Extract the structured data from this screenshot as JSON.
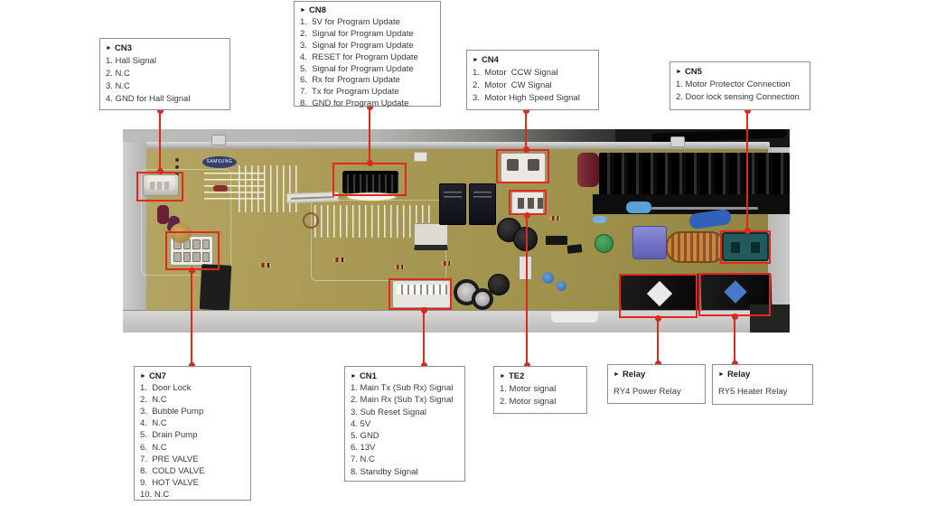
{
  "figure": {
    "callout_arrow": "►",
    "callouts": {
      "cn3": {
        "title": "CN3",
        "lines": [
          "1. Hall Signal",
          "2. N.C",
          "3. N.C",
          "4. GND for Hall Signal"
        ]
      },
      "cn8": {
        "title": "CN8",
        "lines": [
          "1.  5V for Program Update",
          "2.  Signal for Program Update",
          "3.  Signal for Program Update",
          "4.  RESET for Program Update",
          "5.  Signal for Program Update",
          "6.  Rx for Program Update",
          "7.  Tx for Program Update",
          "8.  GND for Program Update"
        ]
      },
      "cn4": {
        "title": "CN4",
        "lines": [
          "1.  Motor  CCW Signal",
          "2.  Motor  CW Signal",
          "3.  Motor High Speed Signal"
        ]
      },
      "cn5": {
        "title": "CN5",
        "lines": [
          "1. Motor Protector Connection",
          "2. Door lock sensing Connection"
        ]
      },
      "cn7": {
        "title": "CN7",
        "lines": [
          "1.  Door Lock",
          "2.  N.C",
          "3.  Bubble Pump",
          "4.  N.C",
          "5.  Drain Pump",
          "6.  N.C",
          "7.  PRE VALVE",
          "8.  COLD VALVE",
          "9.  HOT VALVE",
          "10. N.C"
        ]
      },
      "cn1": {
        "title": "CN1",
        "lines": [
          "1. Main Tx (Sub Rx) Signal",
          "2. Main Rx (Sub Tx) Signal",
          "3. Sub Reset Signal",
          "4. 5V",
          "5. GND",
          "6. 13V",
          "7. N.C",
          "8. Standby Signal"
        ]
      },
      "te2": {
        "title": "TE2",
        "lines": [
          "1. Motor signal",
          "2. Motor signal"
        ]
      },
      "relay_ry4": {
        "title": "Relay",
        "lines": [
          "RY4 Power Relay"
        ]
      },
      "relay_ry5": {
        "title": "Relay",
        "lines": [
          "RY5 Heater Relay"
        ]
      }
    }
  },
  "board": {
    "silkscreen_logo": "SAMSUNG",
    "colors": {
      "annotation_red": "#da291f",
      "pcb_olive": "#a89a55",
      "frame_gray": "#c3c2c0",
      "heatsink_black": "#0e0e0e",
      "connector_white": "#eceae6",
      "cn5_teal": "#215b5b",
      "coil_copper": "#cd8440",
      "relay_label_blue": "#4a78c8"
    }
  }
}
